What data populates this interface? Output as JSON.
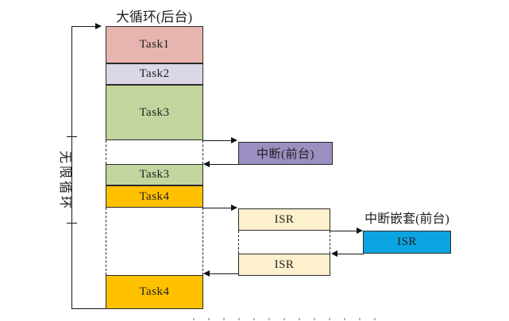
{
  "title": "大循环(后台)",
  "left_bracket": {
    "label": "无限循环"
  },
  "main_column": {
    "boxes": [
      {
        "label": "Task1",
        "color": "#e7b5af"
      },
      {
        "label": "Task2",
        "color": "#dbd7e7"
      },
      {
        "label": "Task3",
        "color": "#c2d59e"
      },
      {
        "label": "Task3",
        "color": "#c2d59e"
      },
      {
        "label": "Task4",
        "color": "#ffc000"
      },
      {
        "label": "Task4",
        "color": "#ffc000"
      }
    ]
  },
  "foreground": {
    "interrupt": {
      "label": "中断(前台)",
      "color": "#9b8ec0"
    },
    "isr_first": {
      "label": "ISR",
      "color": "#fdf0cc"
    },
    "isr_second": {
      "label": "ISR",
      "color": "#fdf0cc"
    },
    "nested": {
      "title": "中断嵌套(前台)",
      "isr_label": "ISR",
      "color": "#0ba4e1"
    }
  },
  "colors": {
    "line": "#151515",
    "border": "#2a2a2a",
    "text": "#1f1f1f"
  }
}
